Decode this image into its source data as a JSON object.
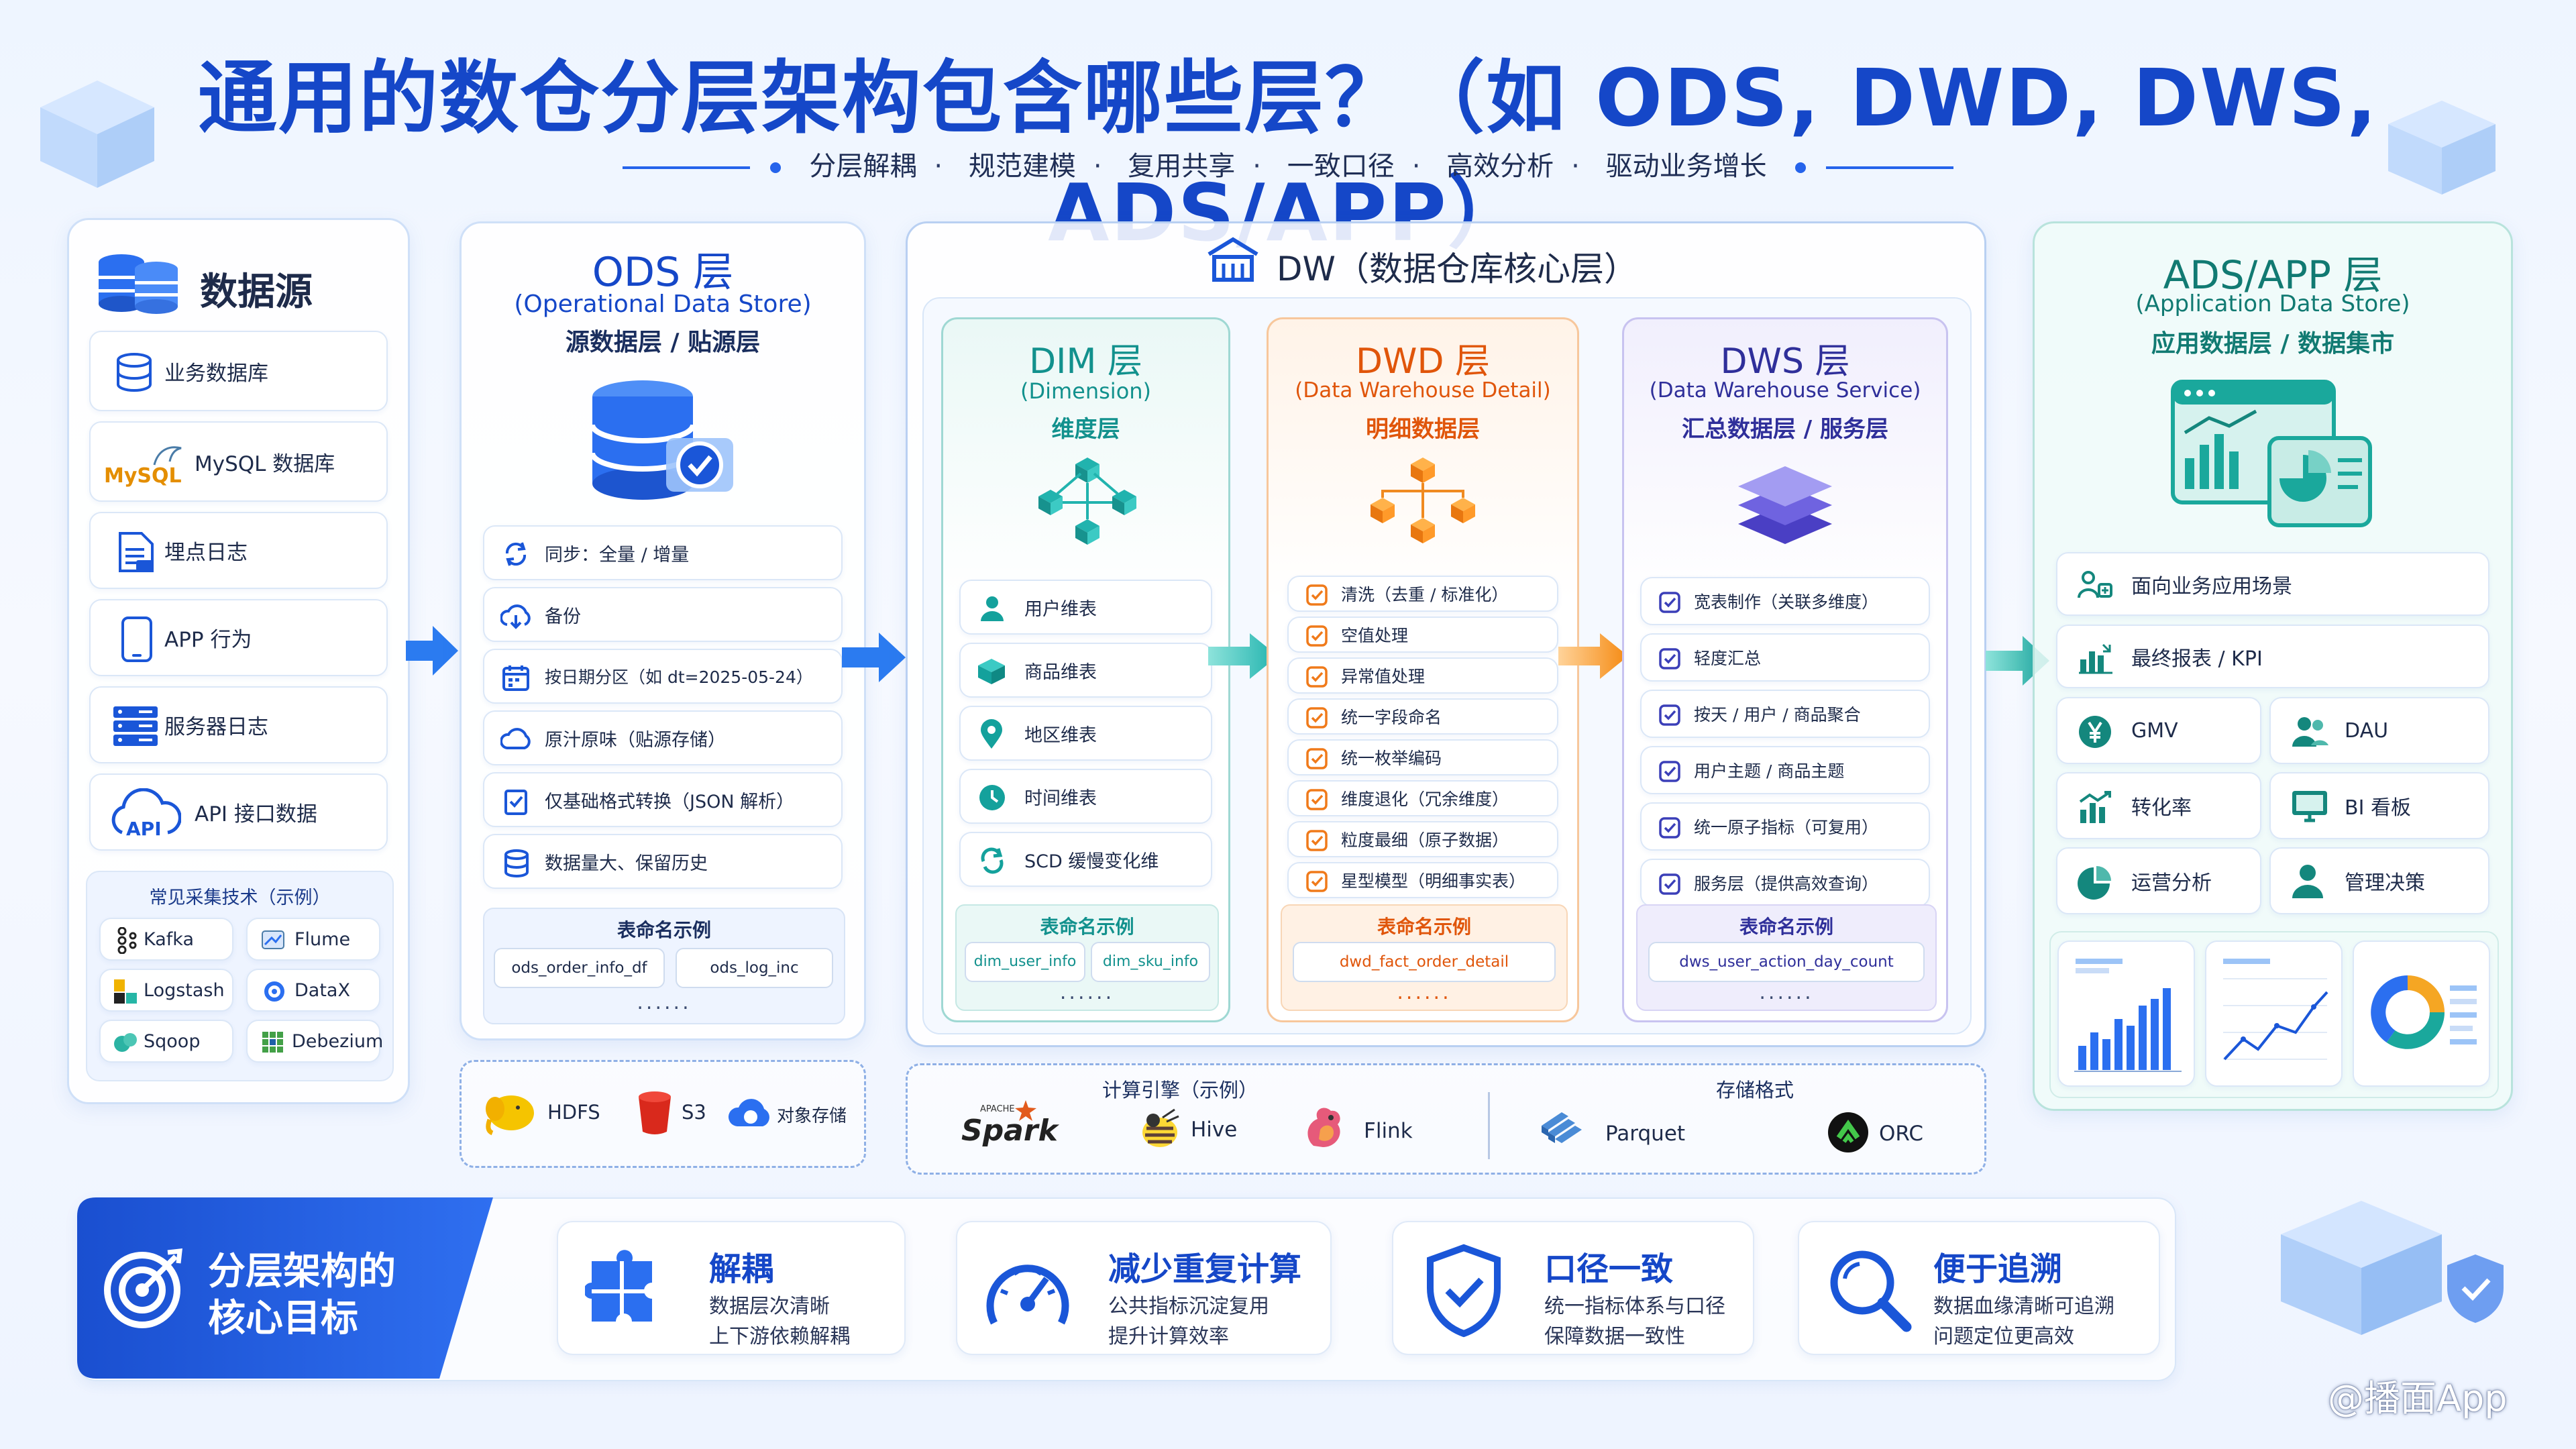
{
  "header": {
    "title": "通用的数仓分层架构包含哪些层？（如 ODS, DWD, DWS, ADS/APP）",
    "subtitle_items": [
      "分层解耦",
      "规范建模",
      "复用共享",
      "一致口径",
      "高效分析",
      "驱动业务增长"
    ]
  },
  "sources": {
    "title": "数据源",
    "items": [
      {
        "label": "业务数据库",
        "icon": "database-icon"
      },
      {
        "label": "MySQL 数据库",
        "icon": "mysql-logo-icon",
        "logo_text": "MySQL"
      },
      {
        "label": "埋点日志",
        "icon": "log-file-icon"
      },
      {
        "label": "APP 行为",
        "icon": "phone-icon"
      },
      {
        "label": "服务器日志",
        "icon": "server-icon"
      },
      {
        "label": "API 接口数据",
        "icon": "cloud-api-icon",
        "logo_text": "API"
      }
    ],
    "tech_title": "常见采集技术（示例）",
    "tech": [
      "Kafka",
      "Flume",
      "Logstash",
      "DataX",
      "Sqoop",
      "Debezium"
    ]
  },
  "ods": {
    "title": "ODS 层",
    "en": "(Operational Data Store)",
    "cn": "源数据层 / 贴源层",
    "items": [
      "同步：全量 / 增量",
      "备份",
      "按日期分区（如 dt=2025-05-24）",
      "原汁原味（贴源存储）",
      "仅基础格式转换（JSON 解析）",
      "数据量大、保留历史"
    ],
    "naming_title": "表命名示例",
    "naming": [
      "ods_order_info_df",
      "ods_log_inc"
    ],
    "more": "......",
    "storage": [
      "HDFS",
      "S3",
      "对象存储"
    ]
  },
  "dw": {
    "title": "DW（数据仓库核心层）",
    "dim": {
      "title": "DIM 层",
      "en": "(Dimension)",
      "cn": "维度层",
      "items": [
        "用户维表",
        "商品维表",
        "地区维表",
        "时间维表",
        "SCD 缓慢变化维"
      ],
      "naming_title": "表命名示例",
      "naming": [
        "dim_user_info",
        "dim_sku_info"
      ],
      "more": "......"
    },
    "dwd": {
      "title": "DWD 层",
      "en": "(Data Warehouse Detail)",
      "cn": "明细数据层",
      "items": [
        "清洗（去重 / 标准化）",
        "空值处理",
        "异常值处理",
        "统一字段命名",
        "统一枚举编码",
        "维度退化（冗余维度）",
        "粒度最细（原子数据）",
        "星型模型（明细事实表）"
      ],
      "naming_title": "表命名示例",
      "naming": [
        "dwd_fact_order_detail"
      ],
      "more": "......"
    },
    "dws": {
      "title": "DWS 层",
      "en": "(Data Warehouse Service)",
      "cn": "汇总数据层 / 服务层",
      "items": [
        "宽表制作（关联多维度）",
        "轻度汇总",
        "按天 / 用户 / 商品聚合",
        "用户主题 / 商品主题",
        "统一原子指标（可复用）",
        "服务层（提供高效查询）"
      ],
      "naming_title": "表命名示例",
      "naming": [
        "dws_user_action_day_count"
      ],
      "more": "......"
    },
    "engines_title": "计算引擎（示例）",
    "engines": [
      "Spark",
      "Hive",
      "Flink"
    ],
    "spark_apache": "APACHE",
    "formats_title": "存储格式",
    "formats": [
      "Parquet",
      "ORC"
    ]
  },
  "ads": {
    "title": "ADS/APP 层",
    "en": "(Application Data Store)",
    "cn": "应用数据层 / 数据集市",
    "items": [
      "面向业务应用场景",
      "最终报表 / KPI"
    ],
    "grid": [
      "GMV",
      "DAU",
      "转化率",
      "BI 看板",
      "运营分析",
      "管理决策"
    ]
  },
  "goals": {
    "title_line1": "分层架构的",
    "title_line2": "核心目标",
    "items": [
      {
        "title": "解耦",
        "line1": "数据层次清晰",
        "line2": "上下游依赖解耦"
      },
      {
        "title": "减少重复计算",
        "line1": "公共指标沉淀复用",
        "line2": "提升计算效率"
      },
      {
        "title": "口径一致",
        "line1": "统一指标体系与口径",
        "line2": "保障数据一致性"
      },
      {
        "title": "便于追溯",
        "line1": "数据血缘清晰可追溯",
        "line2": "问题定位更高效"
      }
    ]
  },
  "watermark": "@播面App",
  "colors": {
    "primary": "#1547c8",
    "dim": "#16a3a0",
    "dwd": "#f07a1a",
    "dws": "#3b3fb8",
    "ads": "#138a80",
    "goal": "#1a56d8"
  }
}
